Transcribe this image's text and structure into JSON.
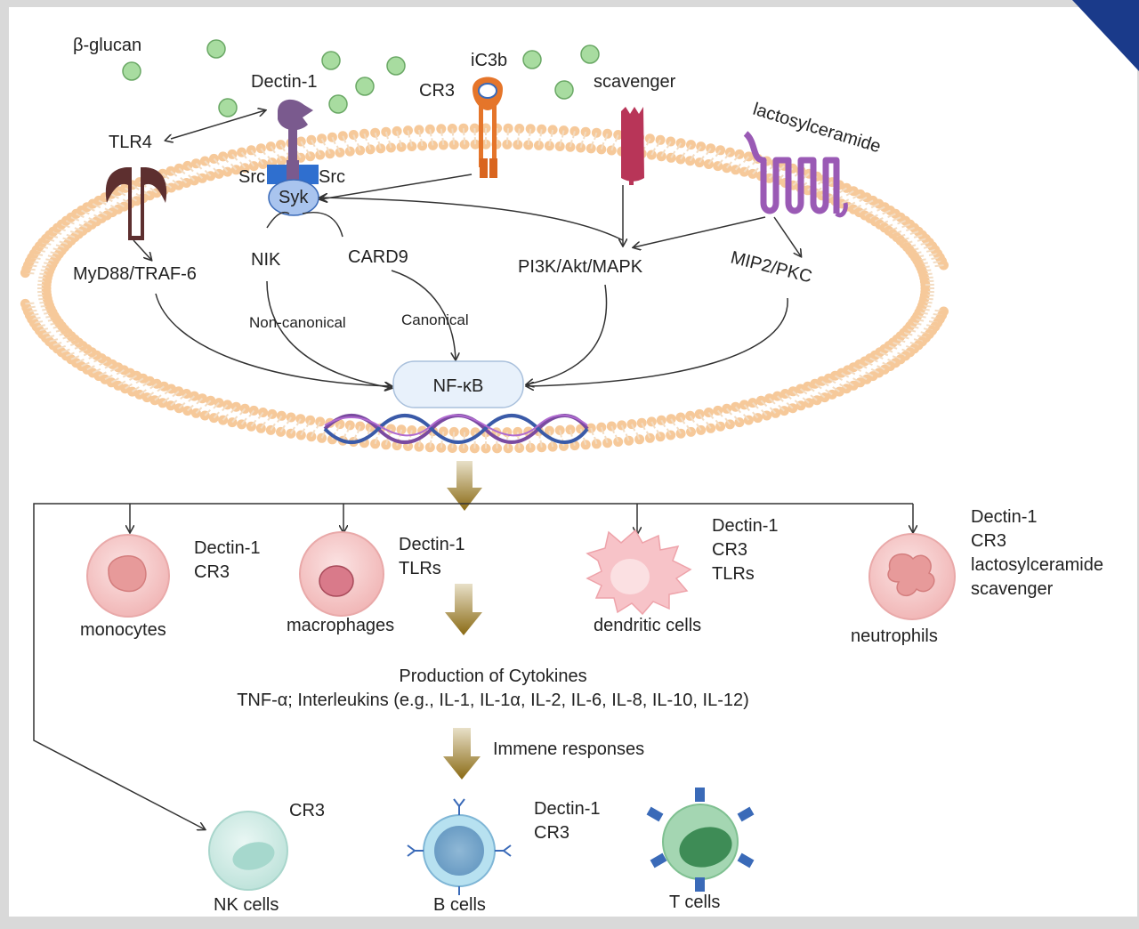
{
  "ligand": "β-glucan",
  "receptors": {
    "dectin1": "Dectin-1",
    "tlr4": "TLR4",
    "cr3": "CR3",
    "ic3b": "iC3b",
    "scavenger": "scavenger",
    "lactosylceramide": "lactosylceramide",
    "src_left": "Src",
    "src_right": "Src",
    "syk": "Syk"
  },
  "pathways": {
    "myd88": "MyD88/TRAF-6",
    "nik": "NIK",
    "card9": "CARD9",
    "pi3k": "PI3K/Akt/MAPK",
    "mip2": "MIP2/PKC",
    "noncanonical": "Non-canonical",
    "canonical": "Canonical",
    "nfkb": "NF-κB"
  },
  "cells": {
    "monocytes": {
      "name": "monocytes",
      "receptors": [
        "Dectin-1",
        "CR3"
      ]
    },
    "macrophages": {
      "name": "macrophages",
      "receptors": [
        "Dectin-1",
        "TLRs"
      ]
    },
    "dendritic": {
      "name": "dendritic cells",
      "receptors": [
        "Dectin-1",
        "CR3",
        "TLRs"
      ]
    },
    "neutrophils": {
      "name": "neutrophils",
      "receptors": [
        "Dectin-1",
        "CR3",
        "lactosylceramide",
        "scavenger"
      ]
    },
    "nk": {
      "name": "NK cells",
      "receptors": [
        "CR3"
      ]
    },
    "bcells": {
      "name": "B cells",
      "receptors": [
        "Dectin-1",
        "CR3"
      ]
    },
    "tcells": {
      "name": "T cells"
    }
  },
  "cytokines": {
    "title": "Production of Cytokines",
    "list": "TNF-α; Interleukins (e.g., IL-1, IL-1α, IL-2, IL-6, IL-8, IL-10, IL-12)"
  },
  "immune_label": "Immene responses",
  "colors": {
    "membrane": "#f6c99a",
    "dectin": "#7a5a8e",
    "syk": "#a9c4ee",
    "tlr4": "#5d2f2f",
    "cr3": "#d9651f",
    "scavenger": "#b83558",
    "lactosyl": "#9a5ab5",
    "glucan": "#9fd39a",
    "arrow_gold": "#a88a2a"
  }
}
